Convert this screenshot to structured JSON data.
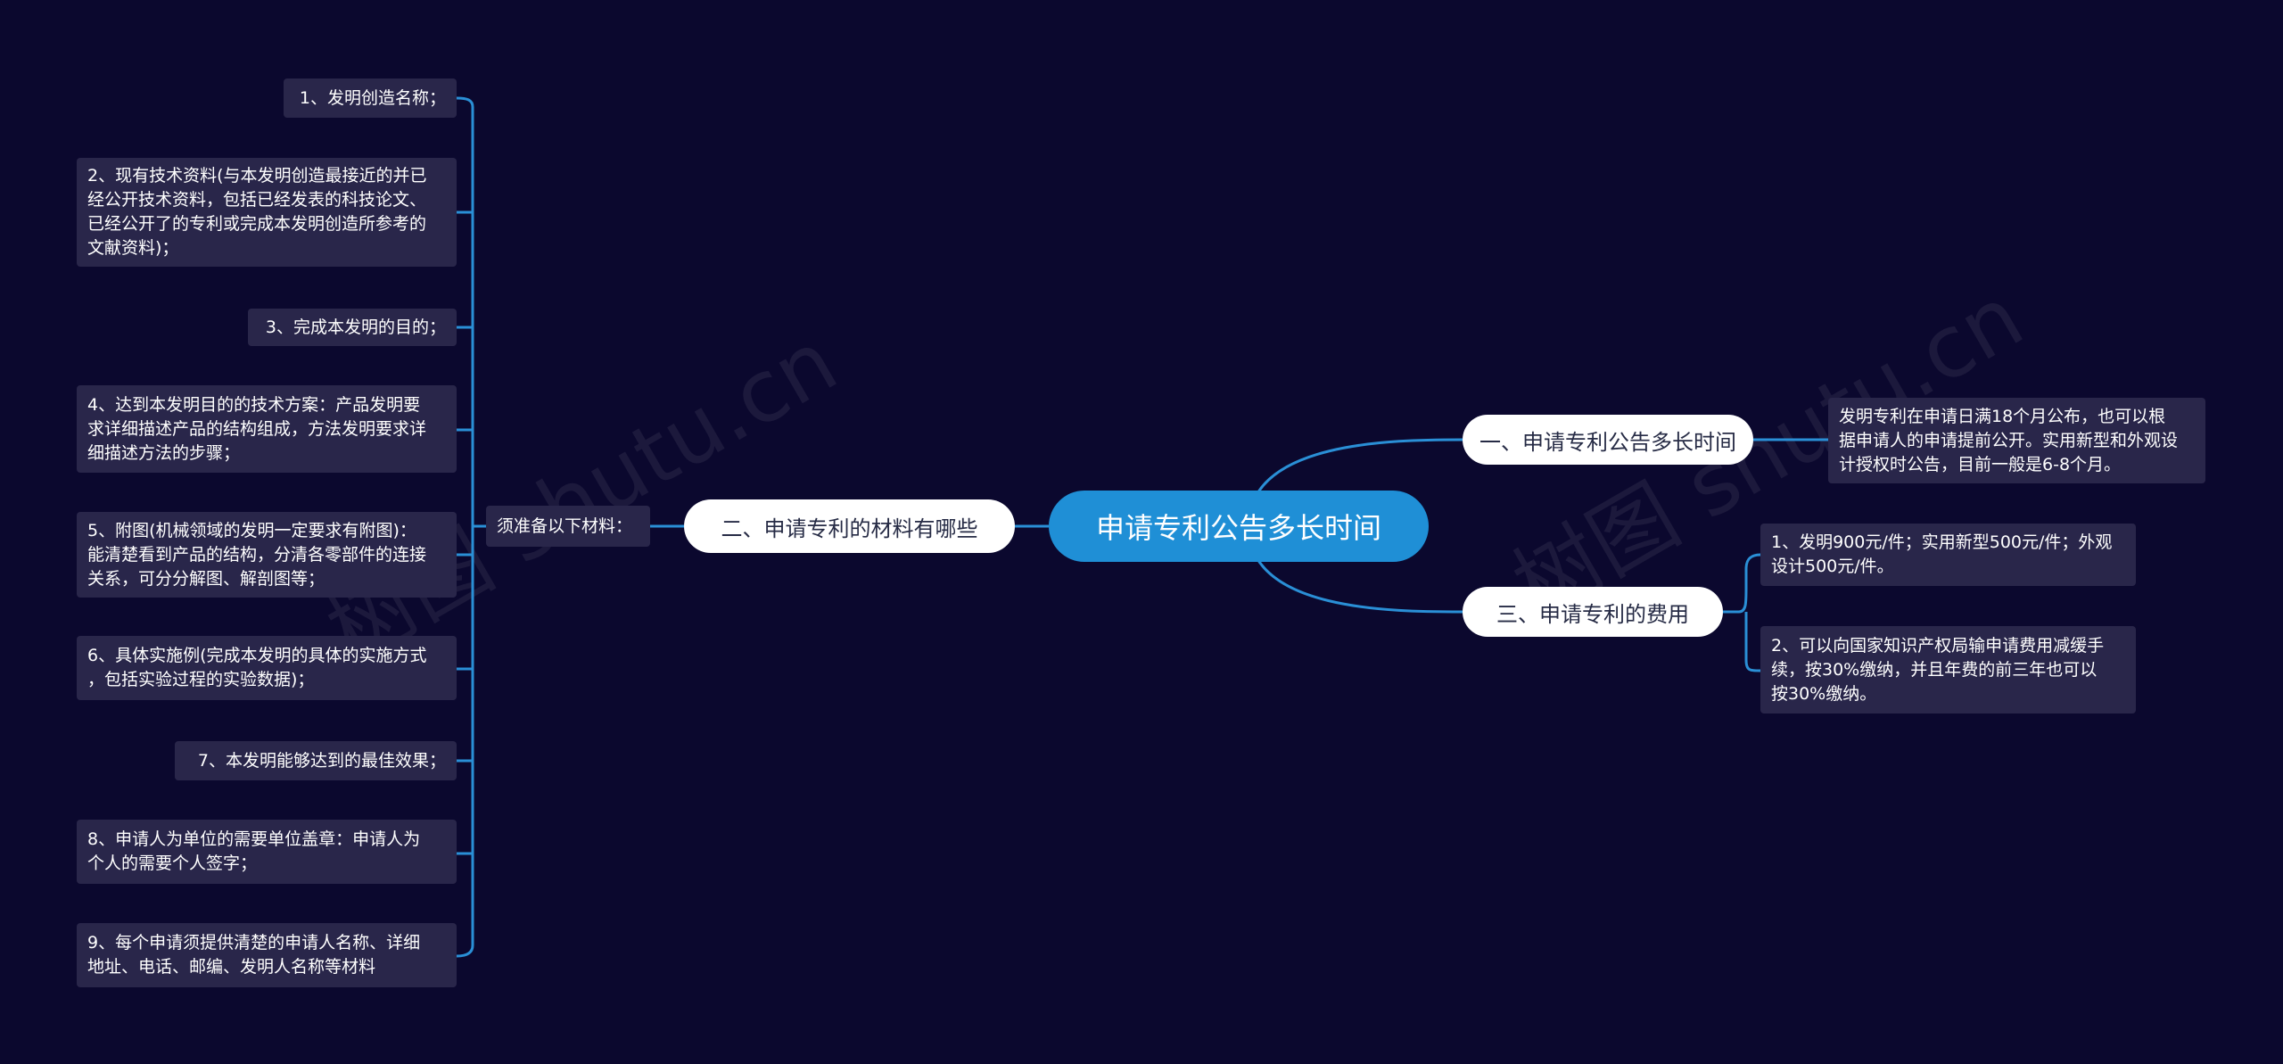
{
  "colors": {
    "background": "#0b082e",
    "root_fill": "#1f8fd6",
    "branch_fill": "#ffffff",
    "leaf_fill": "#29264a",
    "connector": "#2a8fd6"
  },
  "mindmap": {
    "root": "申请专利公告多长时间",
    "branches": {
      "announce": {
        "label": "一、申请专利公告多长时间",
        "detail": "发明专利在申请日满18个月公布，也可以根\n据申请人的申请提前公开。实用新型和外观设\n计授权时公告，目前一般是6-8个月。"
      },
      "materials": {
        "label": "二、申请专利的材料有哪些",
        "sub_label": "须准备以下材料：",
        "items": [
          "1、发明创造名称；",
          "2、现有技术资料(与本发明创造最接近的并已\n经公开技术资料，包括已经发表的科技论文、\n已经公开了的专利或完成本发明创造所参考的\n文献资料)；",
          "3、完成本发明的目的；",
          "4、达到本发明目的的技术方案：产品发明要\n求详细描述产品的结构组成，方法发明要求详\n细描述方法的步骤；",
          "5、附图(机械领域的发明一定要求有附图)：\n能清楚看到产品的结构，分清各零部件的连接\n关系，可分分解图、解剖图等；",
          "6、具体实施例(完成本发明的具体的实施方式\n，包括实验过程的实验数据)；",
          "7、本发明能够达到的最佳效果；",
          "8、申请人为单位的需要单位盖章：申请人为\n个人的需要个人签字；",
          "9、每个申请须提供清楚的申请人名称、详细\n地址、电话、邮编、发明人名称等材料"
        ]
      },
      "fees": {
        "label": "三、申请专利的费用",
        "items": [
          "1、发明900元/件；实用新型500元/件；外观\n设计500元/件。",
          "2、可以向国家知识产权局输申请费用减缓手\n续，按30%缴纳，并且年费的前三年也可以\n按30%缴纳。"
        ]
      }
    },
    "watermarks": [
      "树图 shutu.cn",
      "树图 shutu.cn"
    ]
  }
}
